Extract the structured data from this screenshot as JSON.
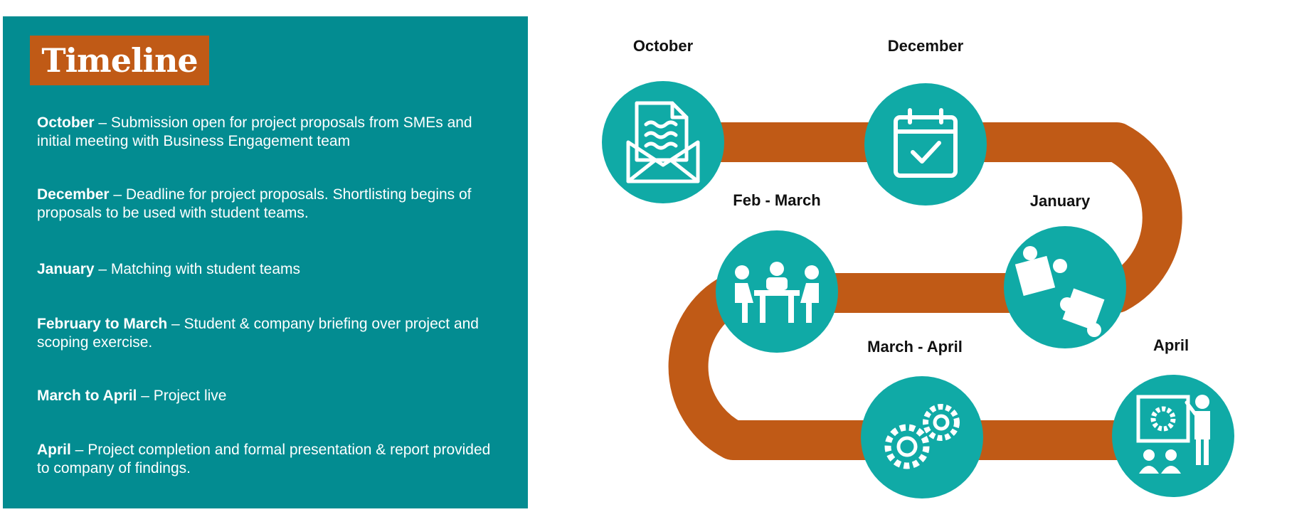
{
  "title": "Timeline",
  "entries": [
    {
      "term": "October",
      "desc": " – Submission open for project proposals from SMEs and initial meeting with Business Engagement team"
    },
    {
      "term": "December",
      "desc": " – Deadline for project proposals. Shortlisting begins of proposals to be used with student teams."
    },
    {
      "term": "January",
      "desc": " – Matching with student teams"
    },
    {
      "term": "February to March",
      "desc": " – Student & company briefing over project and scoping exercise."
    },
    {
      "term": "March to April",
      "desc": " – Project live"
    },
    {
      "term": "April",
      "desc": " – Project completion and formal presentation & report provided to company of findings."
    }
  ],
  "milestones": [
    {
      "label": "October",
      "icon": "envelope-letter-icon"
    },
    {
      "label": "December",
      "icon": "calendar-check-icon"
    },
    {
      "label": "January",
      "icon": "puzzle-icon"
    },
    {
      "label": "Feb - March",
      "icon": "meeting-table-icon"
    },
    {
      "label": "March - April",
      "icon": "gears-icon"
    },
    {
      "label": "April",
      "icon": "presentation-icon"
    }
  ],
  "colors": {
    "panel": "#038c91",
    "accent": "#c05a16",
    "circle": "#10aaa6",
    "path": "#c05a16"
  }
}
